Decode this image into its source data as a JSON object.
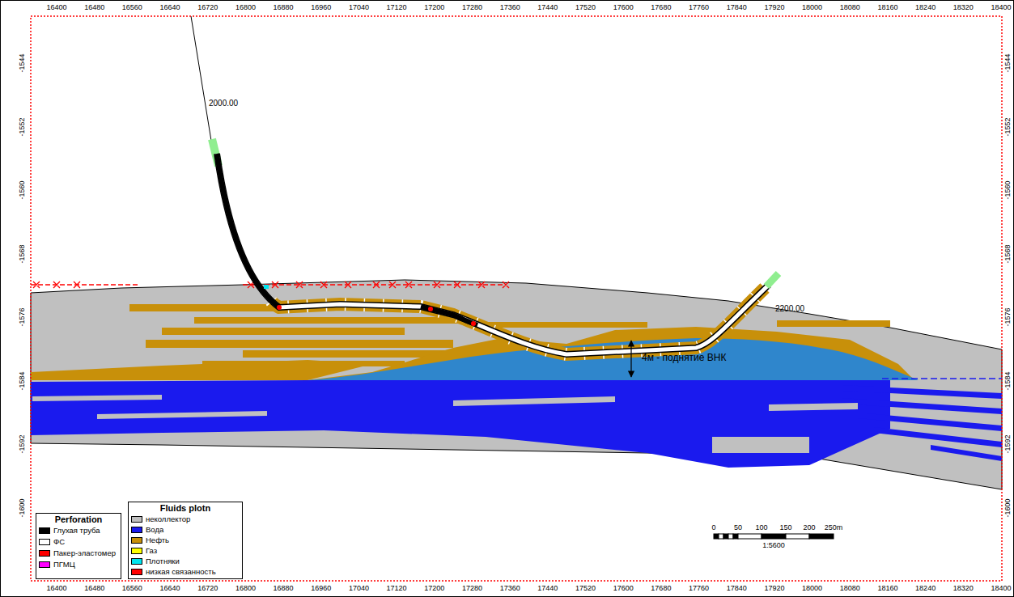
{
  "diagram": {
    "labels": [
      "16400",
      "16480",
      "16560",
      "16640",
      "16720",
      "16800",
      "16880",
      "16960",
      "17040",
      "17120",
      "17200",
      "17280",
      "17360",
      "17440",
      "17520",
      "17600",
      "17680",
      "17760",
      "17840",
      "17920",
      "18000",
      "18080",
      "18160",
      "18240",
      "18320",
      "18400",
      "16400",
      "16480",
      "16560",
      "16640",
      "16720",
      "16800",
      "16880",
      "16960",
      "17040",
      "17120",
      "17200",
      "17280",
      "17360",
      "17440",
      "17520",
      "17600",
      "17680",
      "17760",
      "17840",
      "17920",
      "18000",
      "18080",
      "18160",
      "18240",
      "18320",
      "18400",
      "-1544",
      "-1552",
      "-1560",
      "-1568",
      "-1576",
      "-1584",
      "-1592",
      "-1600",
      "-1544",
      "-1552",
      "-1560",
      "-1568",
      "-1576",
      "-1584",
      "-1592",
      "-1600",
      "2000.00",
      "2200.00",
      "4м - поднятие ВНК",
      "Perforation",
      "Fluids plotn",
      "0",
      "50",
      "100",
      "150",
      "200",
      "250m",
      "1:5600"
    ],
    "legend": [
      {
        "text": "Глухая труба",
        "color": "#000000"
      },
      {
        "text": "ФС",
        "color": "#ffffff"
      },
      {
        "text": "Пакер-эластомер",
        "color": "#ff0000"
      },
      {
        "text": "ПГМЦ",
        "color": "#ff00ff"
      },
      {
        "text": "неколлектор",
        "color": "#c0c0c0"
      },
      {
        "text": "Вода",
        "color": "#1a1aee"
      },
      {
        "text": "Нефть",
        "color": "#c8900a"
      },
      {
        "text": "Газ",
        "color": "#ffff00"
      },
      {
        "text": "Плотняки",
        "color": "#00e5ee"
      },
      {
        "text": "низкая связанность",
        "color": "#ff0000"
      }
    ]
  }
}
